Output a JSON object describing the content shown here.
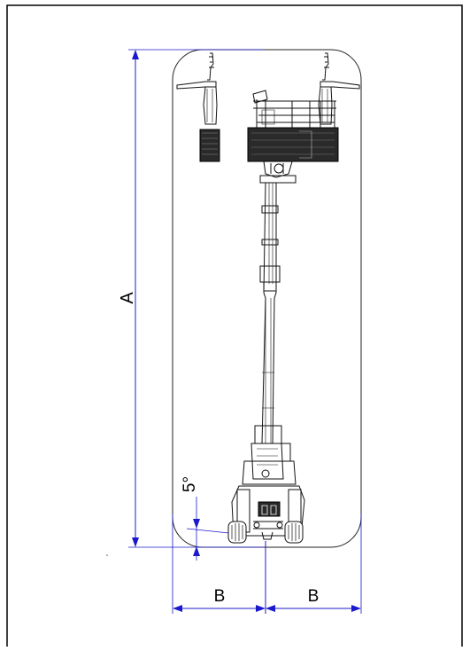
{
  "diagram": {
    "labels": {
      "height_dimension": "A",
      "left_half_width": "B",
      "right_half_width": "B",
      "tilt_angle": "5°"
    }
  }
}
